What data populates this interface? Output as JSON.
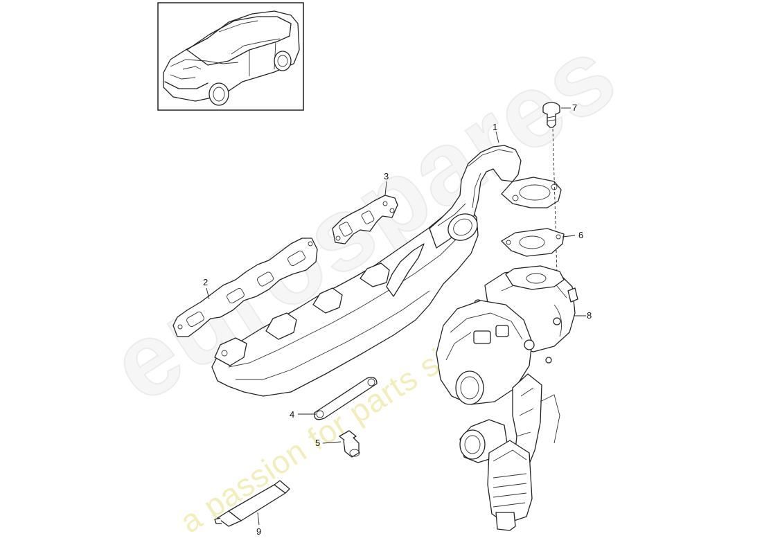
{
  "watermark": {
    "brand": "eurospares",
    "tagline": "a passion for parts since 1985",
    "brand_color": "#e6e6e6",
    "tagline_color": "#efe9a6"
  },
  "callouts": {
    "c1": "1",
    "c2": "2",
    "c3": "3",
    "c4": "4",
    "c5": "5",
    "c6": "6",
    "c7": "7",
    "c8": "8",
    "c9": "9"
  },
  "thumbnail": {
    "icon": "suv-vehicle-icon"
  }
}
